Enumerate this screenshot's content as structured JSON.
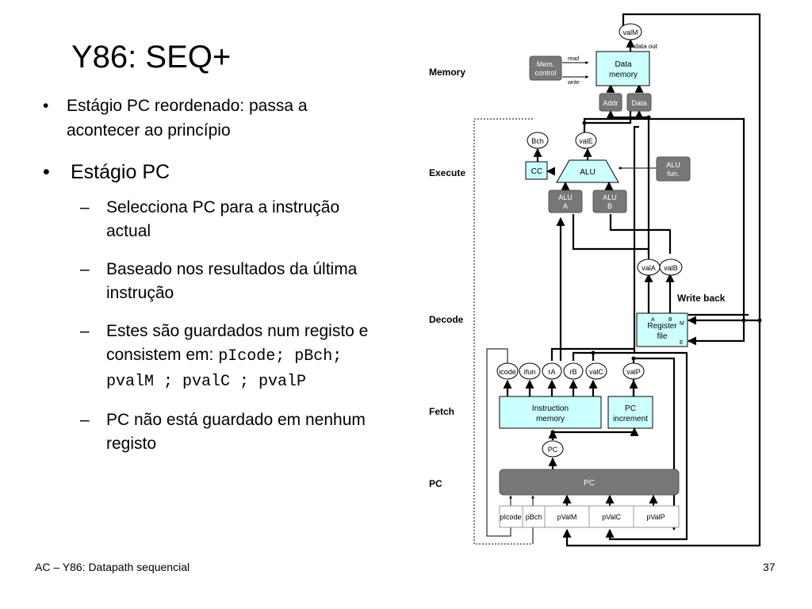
{
  "slide": {
    "title": "Y86: SEQ+",
    "bullet1": "Estágio PC reordenado: passa a acontecer ao princípio",
    "bullet2": "Estágio PC",
    "sub1": "Selecciona PC para a instrução actual",
    "sub2": "Baseado nos resultados da última instrução",
    "sub3_text": "Estes são guardados num registo e consistem em:",
    "sub3_code": "pIcode; pBch; pvalM ; pvalC ; pvalP",
    "sub4": "PC não está guardado em nenhum registo",
    "bullet_symbol": "•",
    "dash_symbol": "–"
  },
  "footer": {
    "left": "AC – Y86: Datapath sequencial",
    "page": "37"
  },
  "diagram": {
    "stages": {
      "memory": "Memory",
      "execute": "Execute",
      "decode": "Decode",
      "fetch": "Fetch",
      "pc": "PC",
      "write_back": "Write back"
    },
    "memory": {
      "valM": "valM",
      "data_out": "data out",
      "mem_control_1": "Mem.",
      "mem_control_2": "control",
      "read": "read",
      "write": "write",
      "data_mem_1": "Data",
      "data_mem_2": "memory",
      "addr": "Addr",
      "data": "Data"
    },
    "execute": {
      "bch": "Bch",
      "valE": "valE",
      "cc": "CC",
      "alu": "ALU",
      "alu_fun_1": "ALU",
      "alu_fun_2": "fun.",
      "alu_a_1": "ALU",
      "alu_a_2": "A",
      "alu_b_1": "ALU",
      "alu_b_2": "B"
    },
    "decode": {
      "valA": "valA",
      "valB": "valB",
      "reg_1": "Register",
      "reg_2": "file",
      "port_a": "A",
      "port_b": "B",
      "port_m": "M",
      "port_e": "E"
    },
    "fetch": {
      "icode": "icode",
      "ifun": "ifun",
      "rA": "rA",
      "rB": "rB",
      "valC": "valC",
      "valP": "valP",
      "imem_1": "Instruction",
      "imem_2": "memory",
      "pcinc_1": "PC",
      "pcinc_2": "increment"
    },
    "pc": {
      "pc_oval": "PC",
      "pc_select": "PC",
      "regs": [
        "pIcode",
        "pBch",
        "pValM",
        "pValC",
        "pValP"
      ]
    }
  },
  "colors": {
    "cyan_block": "#ccffff",
    "gray_block": "#777777",
    "line": "#000000"
  }
}
